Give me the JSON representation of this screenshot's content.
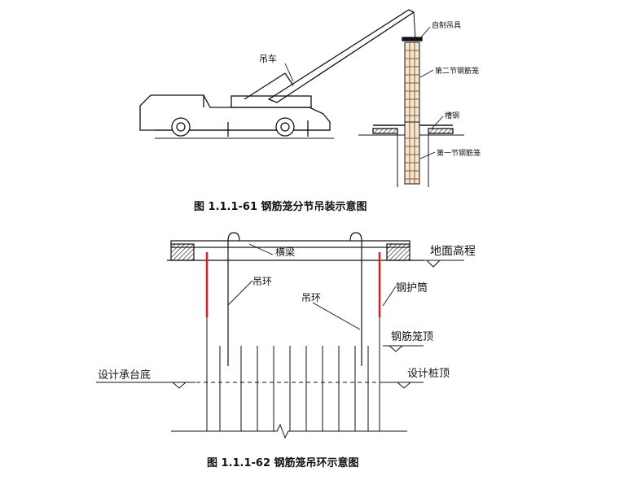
{
  "figure_top": {
    "caption": "图 1.1.1-61 钢筋笼分节吊装示意图",
    "labels": {
      "crane": "吊车",
      "lifting_tool": "自制吊具",
      "cage_section_2": "第二节钢筋笼",
      "steel_rod": "槽钢",
      "cage_section_1": "第一节钢筋笼"
    }
  },
  "figure_bottom": {
    "caption": "图 1.1.1-62 钢筋笼吊环示意图",
    "labels": {
      "cross_beam": "横梁",
      "ground_level": "地面高程",
      "lifting_ring_left": "吊环",
      "lifting_ring_right": "吊环",
      "steel_casing": "钢护筒",
      "cage_top": "钢筋笼顶",
      "cap_bottom": "设计承台底",
      "pile_top": "设计桩顶"
    }
  },
  "colors": {
    "line": "#111111",
    "casing_red": "#e0201e",
    "cage_brown": "#8a5a2b",
    "hatch": "#333333"
  }
}
